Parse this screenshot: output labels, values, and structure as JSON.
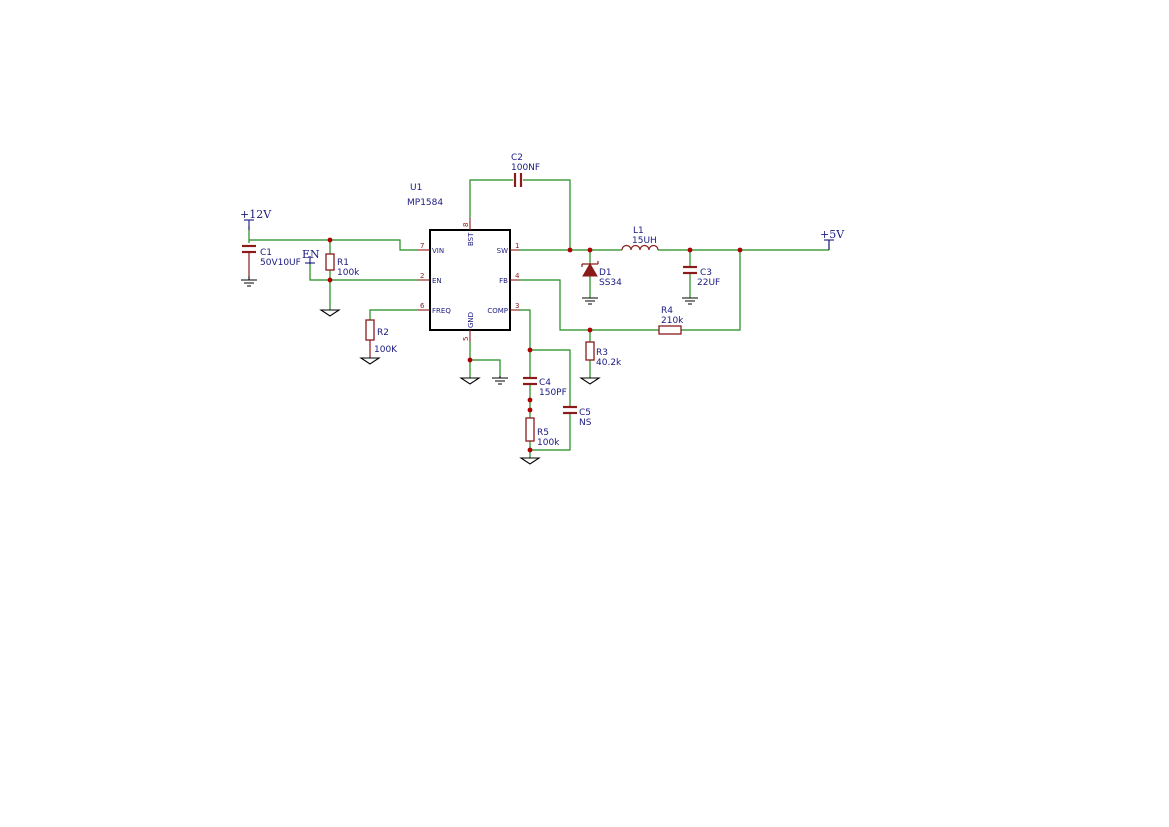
{
  "schematic": {
    "u1": {
      "ref": "U1",
      "value": "MP1584",
      "pins": {
        "vin": {
          "name": "VIN",
          "num": "7"
        },
        "en": {
          "name": "EN",
          "num": "2"
        },
        "freq": {
          "name": "FREQ",
          "num": "6"
        },
        "bst": {
          "name": "BST",
          "num": "8"
        },
        "gnd": {
          "name": "GND",
          "num": "5"
        },
        "sw": {
          "name": "SW",
          "num": "1"
        },
        "fb": {
          "name": "FB",
          "num": "4"
        },
        "comp": {
          "name": "COMP",
          "num": "3"
        }
      }
    },
    "components": {
      "c1": {
        "ref": "C1",
        "value": "50V10UF"
      },
      "c2": {
        "ref": "C2",
        "value": "100NF"
      },
      "c3": {
        "ref": "C3",
        "value": "22UF"
      },
      "c4": {
        "ref": "C4",
        "value": "150PF"
      },
      "c5": {
        "ref": "C5",
        "value": "NS"
      },
      "r1": {
        "ref": "R1",
        "value": "100k"
      },
      "r2": {
        "ref": "R2",
        "value": "100K"
      },
      "r3": {
        "ref": "R3",
        "value": "40.2k"
      },
      "r4": {
        "ref": "R4",
        "value": "210k"
      },
      "r5": {
        "ref": "R5",
        "value": "100k"
      },
      "l1": {
        "ref": "L1",
        "value": "15UH"
      },
      "d1": {
        "ref": "D1",
        "value": "SS34"
      }
    },
    "nets": {
      "vin": "+12V",
      "vout": "+5V",
      "enable": "EN"
    },
    "colors": {
      "wire": "#1e8a1e",
      "component": "#8b1a1a",
      "label": "#1a1a80",
      "junction": "#b00000",
      "ic_outline": "#000000"
    }
  }
}
